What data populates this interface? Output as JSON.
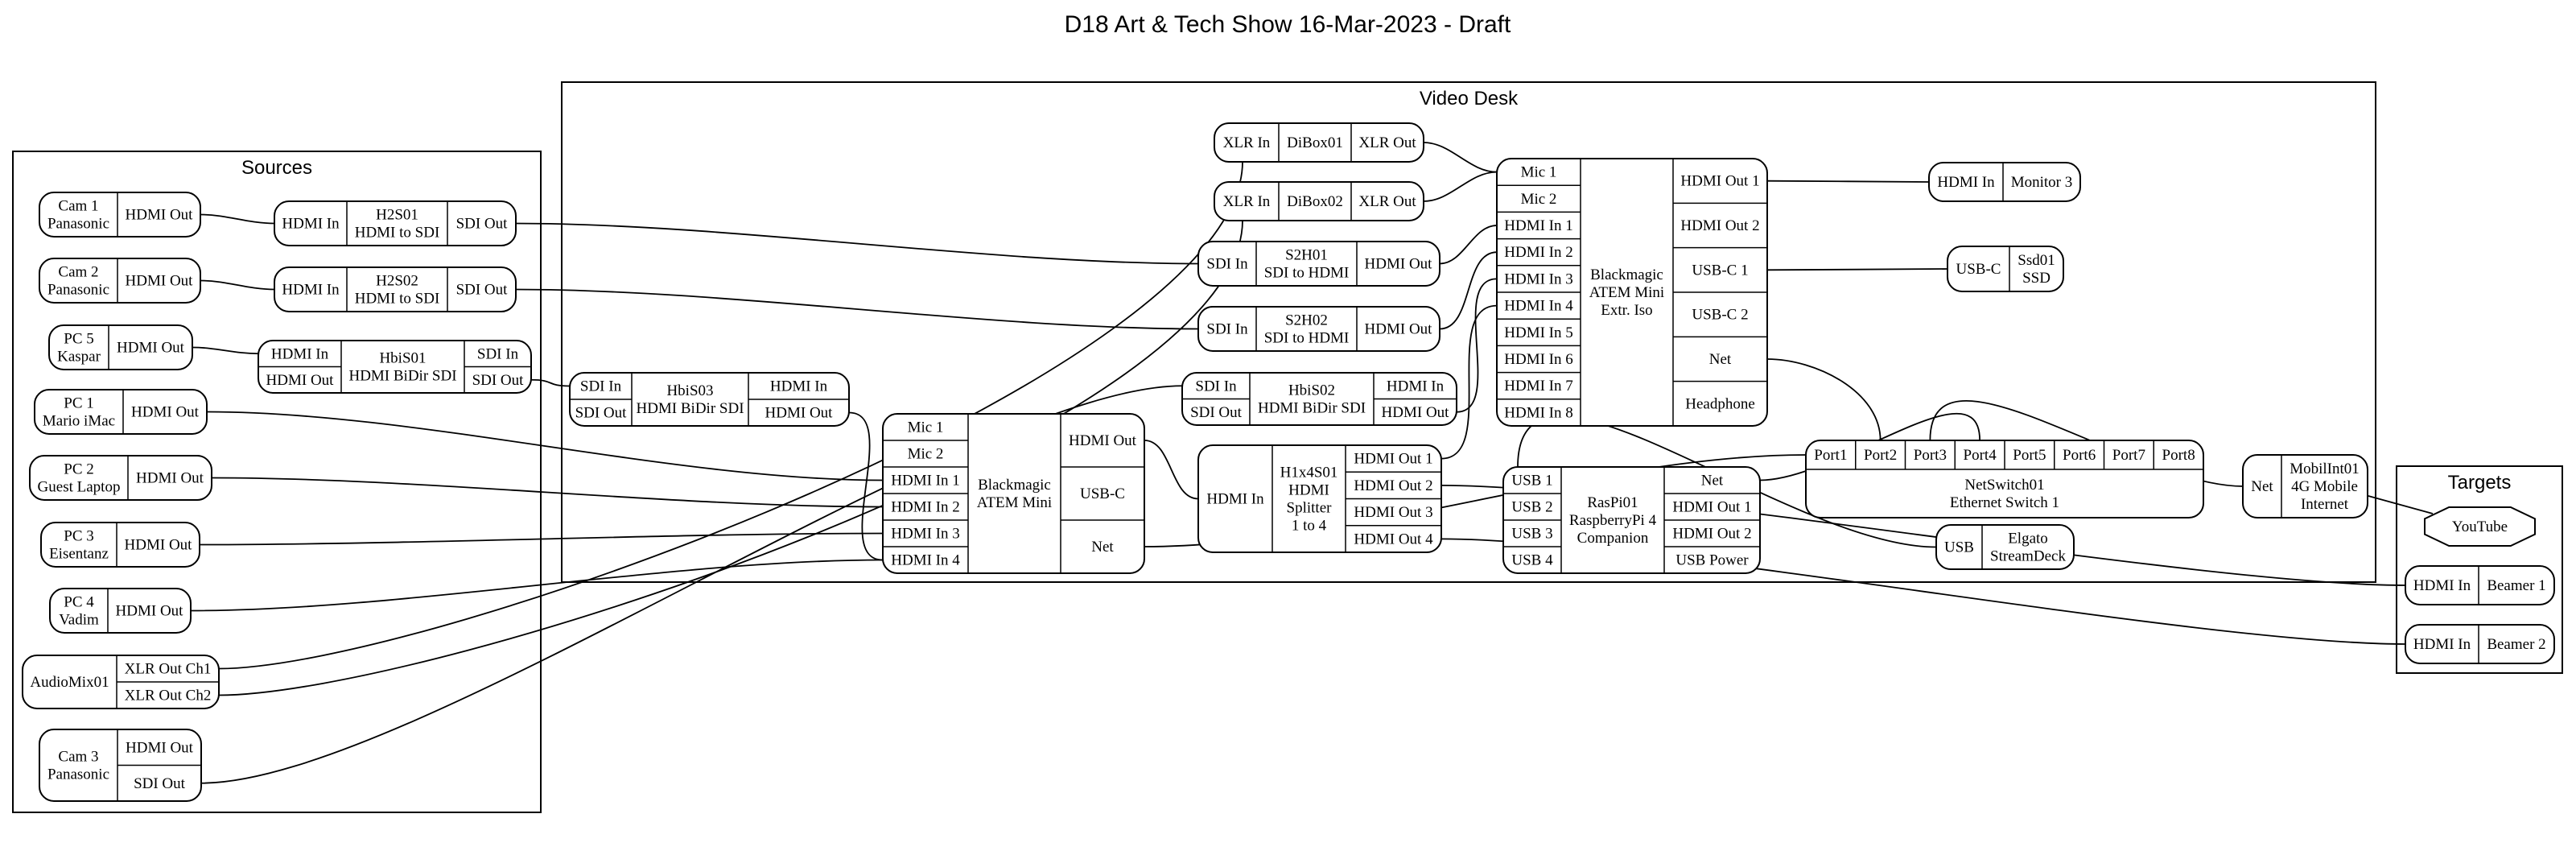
{
  "title": "D18 Art & Tech Show 16-Mar-2023 - Draft",
  "clusters": {
    "sources": {
      "label": "Sources"
    },
    "video_desk": {
      "label": "Video Desk"
    },
    "targets": {
      "label": "Targets"
    }
  },
  "nodes": {
    "cam1": {
      "name": [
        "Cam 1",
        "Panasonic"
      ],
      "ports": [
        "HDMI Out"
      ]
    },
    "cam2": {
      "name": [
        "Cam 2",
        "Panasonic"
      ],
      "ports": [
        "HDMI Out"
      ]
    },
    "pc5": {
      "name": [
        "PC 5",
        "Kaspar"
      ],
      "ports": [
        "HDMI Out"
      ]
    },
    "pc1": {
      "name": [
        "PC 1",
        "Mario iMac"
      ],
      "ports": [
        "HDMI Out"
      ]
    },
    "pc2": {
      "name": [
        "PC 2",
        "Guest Laptop"
      ],
      "ports": [
        "HDMI Out"
      ]
    },
    "pc3": {
      "name": [
        "PC 3",
        "Eisentanz"
      ],
      "ports": [
        "HDMI Out"
      ]
    },
    "pc4": {
      "name": [
        "PC 4",
        "Vadim"
      ],
      "ports": [
        "HDMI Out"
      ]
    },
    "audiomix01": {
      "name": [
        "AudioMix01"
      ],
      "ports": [
        "XLR Out Ch1",
        "XLR Out Ch2"
      ]
    },
    "cam3": {
      "name": [
        "Cam 3",
        "Panasonic"
      ],
      "ports": [
        "HDMI Out",
        "SDI Out"
      ]
    },
    "h2s01": {
      "name": [
        "H2S01",
        "HDMI to SDI"
      ],
      "in_ports": [
        "HDMI In"
      ],
      "out_ports": [
        "SDI Out"
      ]
    },
    "h2s02": {
      "name": [
        "H2S02",
        "HDMI to SDI"
      ],
      "in_ports": [
        "HDMI In"
      ],
      "out_ports": [
        "SDI Out"
      ]
    },
    "hbis01": {
      "name": [
        "HbiS01",
        "HDMI BiDir SDI"
      ],
      "in_ports": [
        "HDMI In",
        "HDMI Out"
      ],
      "out_ports": [
        "SDI In",
        "SDI Out"
      ]
    },
    "hbis03": {
      "name": [
        "HbiS03",
        "HDMI BiDir SDI"
      ],
      "in_ports": [
        "SDI In",
        "SDI Out"
      ],
      "out_ports": [
        "HDMI In",
        "HDMI Out"
      ]
    },
    "atem_mini": {
      "name": [
        "Blackmagic",
        "ATEM Mini"
      ],
      "in_ports": [
        "Mic 1",
        "Mic 2",
        "HDMI In 1",
        "HDMI In 2",
        "HDMI In 3",
        "HDMI In 4"
      ],
      "out_ports": [
        "HDMI Out",
        "USB-C",
        "Net"
      ]
    },
    "dibox01": {
      "name": [
        "DiBox01"
      ],
      "in_ports": [
        "XLR In"
      ],
      "out_ports": [
        "XLR Out"
      ]
    },
    "dibox02": {
      "name": [
        "DiBox02"
      ],
      "in_ports": [
        "XLR In"
      ],
      "out_ports": [
        "XLR Out"
      ]
    },
    "s2h01": {
      "name": [
        "S2H01",
        "SDI to HDMI"
      ],
      "in_ports": [
        "SDI In"
      ],
      "out_ports": [
        "HDMI Out"
      ]
    },
    "s2h02": {
      "name": [
        "S2H02",
        "SDI to HDMI"
      ],
      "in_ports": [
        "SDI In"
      ],
      "out_ports": [
        "HDMI Out"
      ]
    },
    "hbis02": {
      "name": [
        "HbiS02",
        "HDMI BiDir SDI"
      ],
      "in_ports": [
        "SDI In",
        "SDI Out"
      ],
      "out_ports": [
        "HDMI In",
        "HDMI Out"
      ]
    },
    "h1x4s01": {
      "name": [
        "H1x4S01",
        "HDMI",
        "Splitter",
        "1 to 4"
      ],
      "in_ports": [
        "HDMI In"
      ],
      "out_ports": [
        "HDMI Out 1",
        "HDMI Out 2",
        "HDMI Out 3",
        "HDMI Out 4"
      ]
    },
    "atem_extreme": {
      "name": [
        "Blackmagic",
        "ATEM Mini",
        "Extr. Iso"
      ],
      "in_ports": [
        "Mic 1",
        "Mic 2",
        "HDMI In 1",
        "HDMI In 2",
        "HDMI In 3",
        "HDMI In 4",
        "HDMI In 5",
        "HDMI In 6",
        "HDMI In 7",
        "HDMI In 8"
      ],
      "out_ports": [
        "HDMI Out 1",
        "HDMI Out 2",
        "USB-C 1",
        "USB-C 2",
        "Net",
        "Headphone"
      ]
    },
    "raspi01": {
      "name": [
        "RasPi01",
        "RaspberryPi 4",
        "Companion"
      ],
      "in_ports": [
        "USB 1",
        "USB 2",
        "USB 3",
        "USB 4"
      ],
      "out_ports": [
        "Net",
        "HDMI Out 1",
        "HDMI Out 2",
        "USB Power"
      ]
    },
    "monitor3": {
      "name": [
        "Monitor 3"
      ],
      "ports": [
        "HDMI In"
      ]
    },
    "ssd01": {
      "name": [
        "Ssd01",
        "SSD"
      ],
      "ports": [
        "USB-C"
      ]
    },
    "netswitch01": {
      "name": [
        "NetSwitch01",
        "Ethernet Switch 1"
      ],
      "ports": [
        "Port1",
        "Port2",
        "Port3",
        "Port4",
        "Port5",
        "Port6",
        "Port7",
        "Port8"
      ]
    },
    "elgato": {
      "name": [
        "Elgato",
        "StreamDeck"
      ],
      "ports": [
        "USB"
      ]
    },
    "mobilint01": {
      "name": [
        "MobilInt01",
        "4G Mobile",
        "Internet"
      ],
      "ports": [
        "Net"
      ]
    },
    "youtube": {
      "name": [
        "YouTube"
      ]
    },
    "beamer1": {
      "name": [
        "Beamer 1"
      ],
      "ports": [
        "HDMI In"
      ]
    },
    "beamer2": {
      "name": [
        "Beamer 2"
      ],
      "ports": [
        "HDMI In"
      ]
    }
  },
  "edges": [
    {
      "from": "cam1:HDMI Out",
      "to": "h2s01:HDMI In"
    },
    {
      "from": "cam2:HDMI Out",
      "to": "h2s02:HDMI In"
    },
    {
      "from": "pc5:HDMI Out",
      "to": "hbis01:HDMI In"
    },
    {
      "from": "h2s01:SDI Out",
      "to": "s2h01:SDI In"
    },
    {
      "from": "h2s02:SDI Out",
      "to": "s2h02:SDI In"
    },
    {
      "from": "hbis01:SDI Out",
      "to": "hbis03:SDI In"
    },
    {
      "from": "hbis03:HDMI Out",
      "to": "atem_mini:HDMI In 4"
    },
    {
      "from": "pc1:HDMI Out",
      "to": "atem_mini:HDMI In 1"
    },
    {
      "from": "pc2:HDMI Out",
      "to": "atem_mini:HDMI In 2"
    },
    {
      "from": "pc3:HDMI Out",
      "to": "atem_mini:HDMI In 3"
    },
    {
      "from": "pc4:HDMI Out",
      "to": "atem_mini:HDMI In 4"
    },
    {
      "from": "audiomix01:XLR Out Ch1",
      "to": "dibox01:XLR In"
    },
    {
      "from": "audiomix01:XLR Out Ch2",
      "to": "dibox02:XLR In"
    },
    {
      "from": "cam3:SDI Out",
      "to": "hbis02:SDI In"
    },
    {
      "from": "dibox01:XLR Out",
      "to": "atem_extreme:Mic 1"
    },
    {
      "from": "dibox02:XLR Out",
      "to": "atem_extreme:Mic 1"
    },
    {
      "from": "s2h01:HDMI Out",
      "to": "atem_extreme:HDMI In 1"
    },
    {
      "from": "s2h02:HDMI Out",
      "to": "atem_extreme:HDMI In 2"
    },
    {
      "from": "hbis02:HDMI Out",
      "to": "atem_extreme:HDMI In 3"
    },
    {
      "from": "atem_mini:HDMI Out",
      "to": "h1x4s01:HDMI In"
    },
    {
      "from": "h1x4s01:HDMI Out 1",
      "to": "atem_extreme:HDMI In 4"
    },
    {
      "from": "h1x4s01:HDMI Out 2",
      "to": "beamer1:HDMI In"
    },
    {
      "from": "h1x4s01:HDMI Out 4",
      "to": "beamer2:HDMI In"
    },
    {
      "from": "atem_mini:Net",
      "to": "netswitch01:Port1"
    },
    {
      "from": "atem_extreme:HDMI Out 1",
      "to": "monitor3:HDMI In"
    },
    {
      "from": "atem_extreme:USB-C 1",
      "to": "ssd01:USB-C"
    },
    {
      "from": "atem_extreme:Net",
      "to": "netswitch01:Port2"
    },
    {
      "from": "raspi01:Net",
      "to": "netswitch01:Port4"
    },
    {
      "from": "raspi01:USB 1",
      "to": "elgato:USB"
    },
    {
      "from": "netswitch01:Port3",
      "to": "mobilint01:Net"
    },
    {
      "from": "mobilint01:Net",
      "to": "youtube"
    }
  ]
}
